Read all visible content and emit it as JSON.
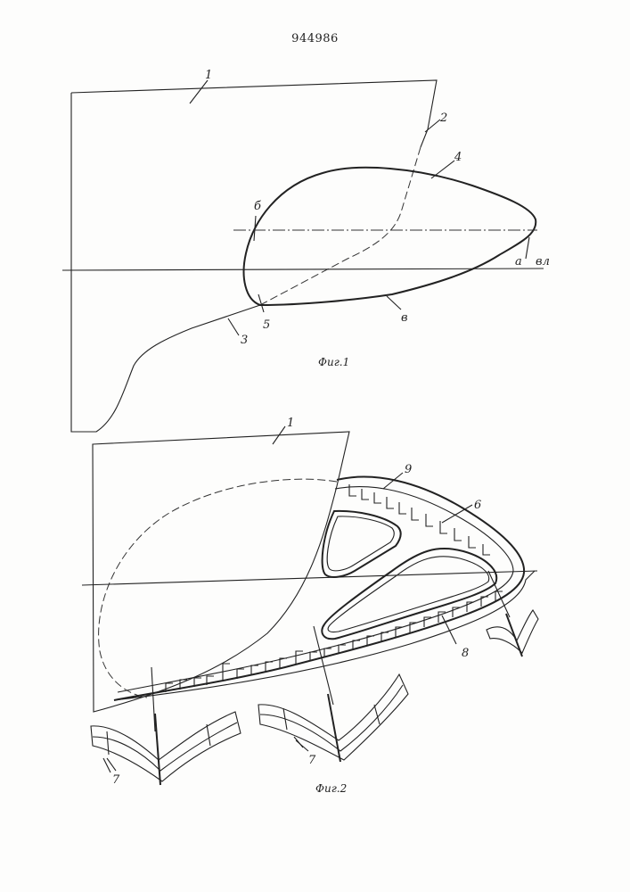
{
  "patent_number": "944986",
  "figure1": {
    "caption": "Фиг.1",
    "labels": {
      "l1": "1",
      "l2": "2",
      "l3": "3",
      "l4": "4",
      "l5": "5",
      "lb": "б",
      "lv": "в",
      "la": "а",
      "lvl": "вл"
    }
  },
  "figure2": {
    "caption": "Фиг.2",
    "labels": {
      "l1": "1",
      "l6": "6",
      "l7a": "7",
      "l7b": "7",
      "l8": "8",
      "l9": "9"
    }
  }
}
